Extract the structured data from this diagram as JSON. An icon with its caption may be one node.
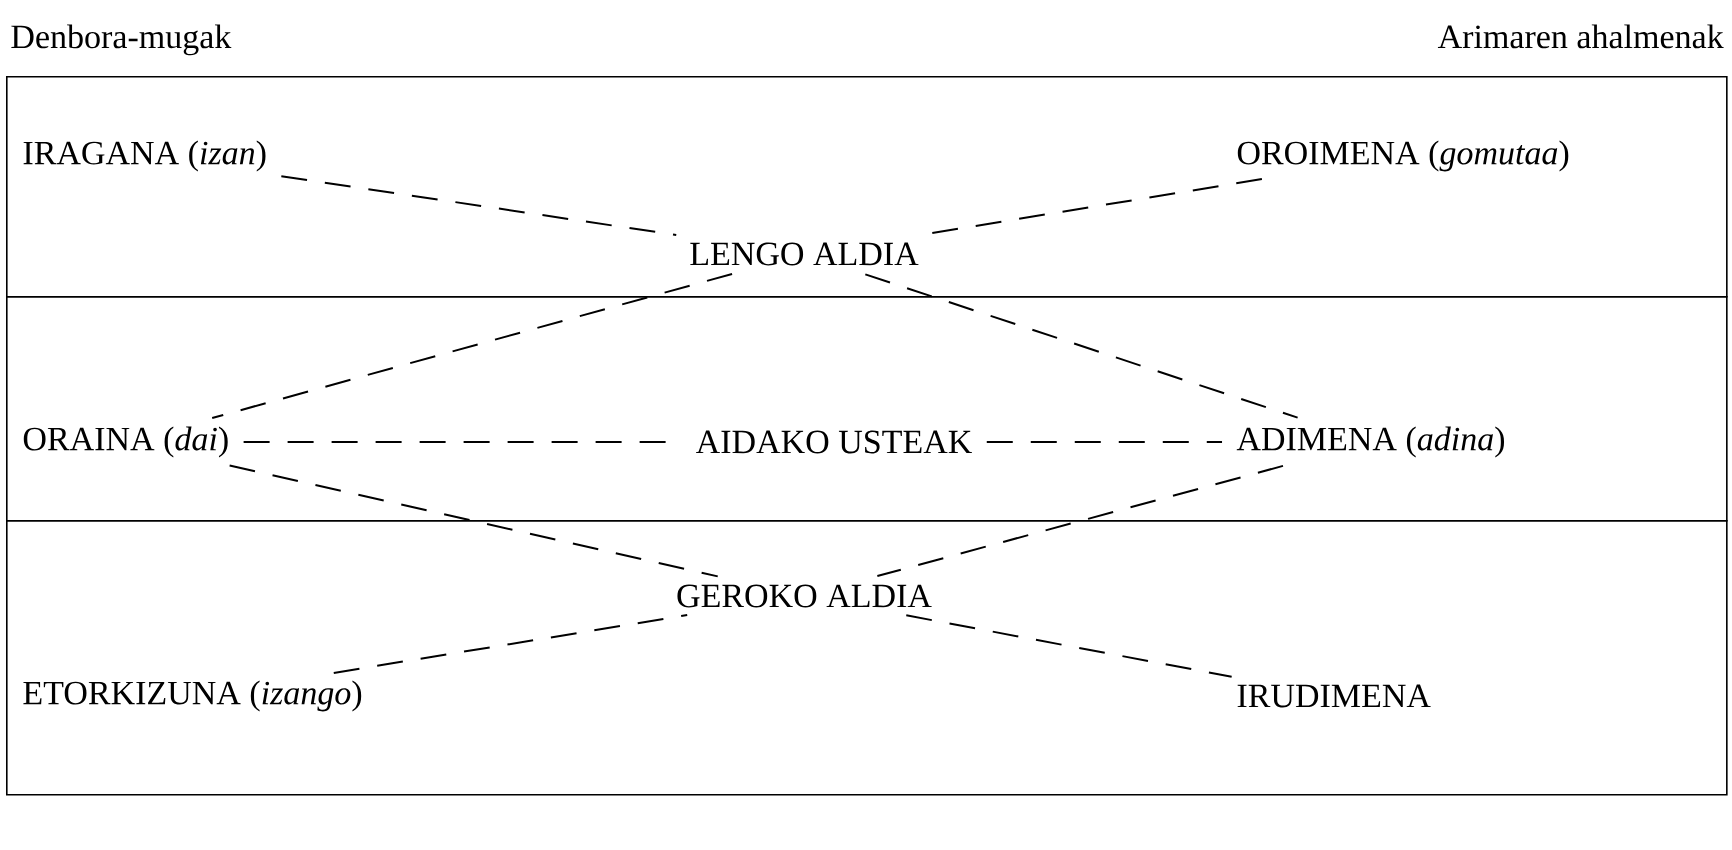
{
  "diagram": {
    "nodes": [
      {
        "text": [],
        "shape": "band"
      },
      {
        "text": [
          "IRAGANA (*izan*)"
        ],
        "in": 0
      },
      {
        "text": [
          "OROIMENA (*gomutaa*)"
        ],
        "in": 0
      },
      {
        "text": [
          "LENGO ALDIA"
        ],
        "in": 0
      },
      {
        "text": [],
        "shape": "band"
      },
      {
        "text": [
          "ORAINA (*dai*)"
        ],
        "in": 4
      },
      {
        "text": [
          "AIDAKO USTEAK"
        ],
        "in": 4
      },
      {
        "text": [
          "ADIMENA (*adina*)"
        ],
        "in": 4
      },
      {
        "text": [],
        "shape": "band"
      },
      {
        "text": [
          "GEROKO ALDIA"
        ],
        "in": 8
      },
      {
        "text": [
          "ETORKIZUNA (*izango*)"
        ],
        "in": 8
      },
      {
        "text": [
          "IRUDIMENA"
        ],
        "in": 8
      }
    ],
    "edges": [
      {
        "from": 1,
        "to": 3,
        "arrow": "none",
        "style": "dashed"
      },
      {
        "from": 2,
        "to": 3,
        "arrow": "none",
        "style": "dashed"
      },
      {
        "from": 3,
        "to": 5,
        "arrow": "none",
        "style": "dashed"
      },
      {
        "from": 3,
        "to": 7,
        "arrow": "none",
        "style": "dashed"
      },
      {
        "from": 5,
        "to": 6,
        "arrow": "none",
        "style": "dashed"
      },
      {
        "from": 6,
        "to": 7,
        "arrow": "none",
        "style": "dashed"
      },
      {
        "from": 5,
        "to": 9,
        "arrow": "none",
        "style": "dashed"
      },
      {
        "from": 7,
        "to": 9,
        "arrow": "none",
        "style": "dashed"
      },
      {
        "from": 10,
        "to": 9,
        "arrow": "none",
        "style": "dashed"
      },
      {
        "from": 9,
        "to": 11,
        "arrow": "none",
        "style": "dashed"
      }
    ],
    "labels": [
      "Denbora-mugak",
      "Arimaren ahalmenak"
    ]
  }
}
